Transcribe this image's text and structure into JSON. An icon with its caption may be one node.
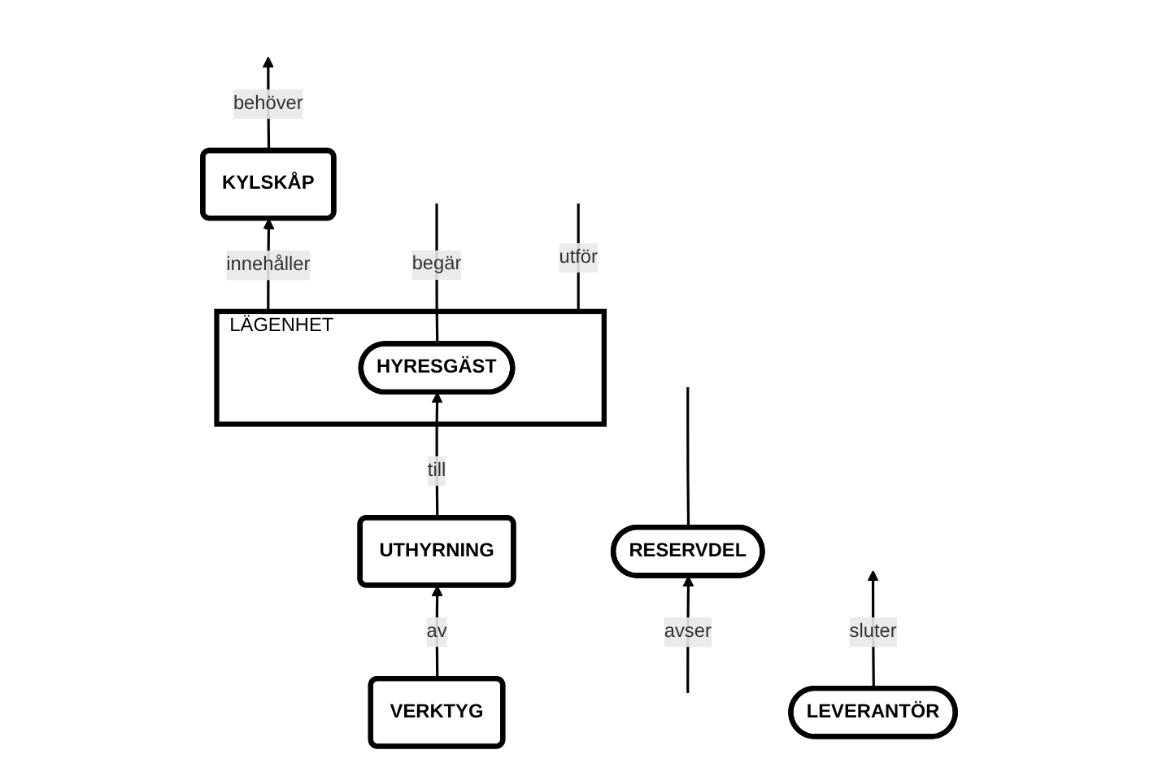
{
  "diagram": {
    "nodes": [
      {
        "text": [
          "LÄGENHET"
        ]
      },
      {
        "text": [
          "HYRESGÄST"
        ],
        "in": 0
      },
      {
        "text": [
          "RESERVDEL"
        ]
      },
      {
        "text": [
          "LEVERANTÖR"
        ]
      },
      {
        "text": [
          "KYLSKÅP"
        ]
      },
      {
        "text": [
          "UTHYRNING"
        ]
      },
      {
        "text": [
          "VERKTYG"
        ]
      }
    ],
    "edges": [
      {
        "from": 1,
        "to": null,
        "arrow": "none",
        "label": "begär"
      },
      {
        "from": 0,
        "to": null,
        "arrow": "none",
        "label": "utför"
      },
      {
        "from": 4,
        "to": null,
        "arrow": "to",
        "label": "behöver"
      },
      {
        "from": null,
        "to": 2,
        "arrow": "to",
        "label": "avser"
      },
      {
        "from": 2,
        "to": null,
        "arrow": "none"
      },
      {
        "from": 3,
        "to": null,
        "arrow": "to",
        "label": "sluter"
      },
      {
        "from": 0,
        "to": 4,
        "arrow": "to",
        "label": "innehåller"
      },
      {
        "from": 5,
        "to": 1,
        "arrow": "to",
        "label": "till"
      },
      {
        "from": 6,
        "to": 5,
        "arrow": "to",
        "label": "av"
      }
    ]
  }
}
